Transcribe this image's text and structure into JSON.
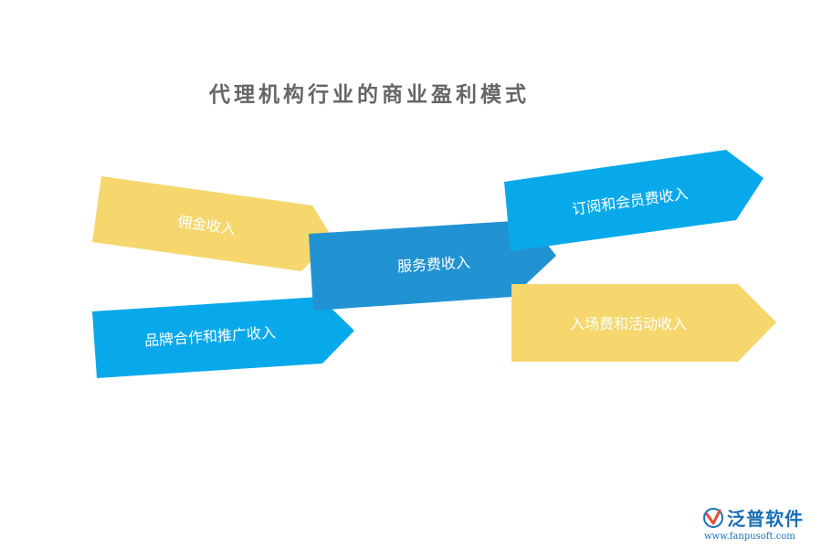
{
  "title": "代理机构行业的商业盈利模式",
  "arrows": {
    "commission": {
      "label": "佣金收入",
      "color": "#f5d76e"
    },
    "brand": {
      "label": "品牌合作和推广收入",
      "color": "#08a9ea"
    },
    "service": {
      "label": "服务费收入",
      "color": "#2293d2"
    },
    "subscription": {
      "label": "订阅和会员费收入",
      "color": "#08a9ea"
    },
    "events": {
      "label": "入场费和活动收入",
      "color": "#f5d76e"
    }
  },
  "logo": {
    "name": "泛普软件",
    "url": "www.fanpusoft.com",
    "icon": "fanpu-logo-icon"
  }
}
